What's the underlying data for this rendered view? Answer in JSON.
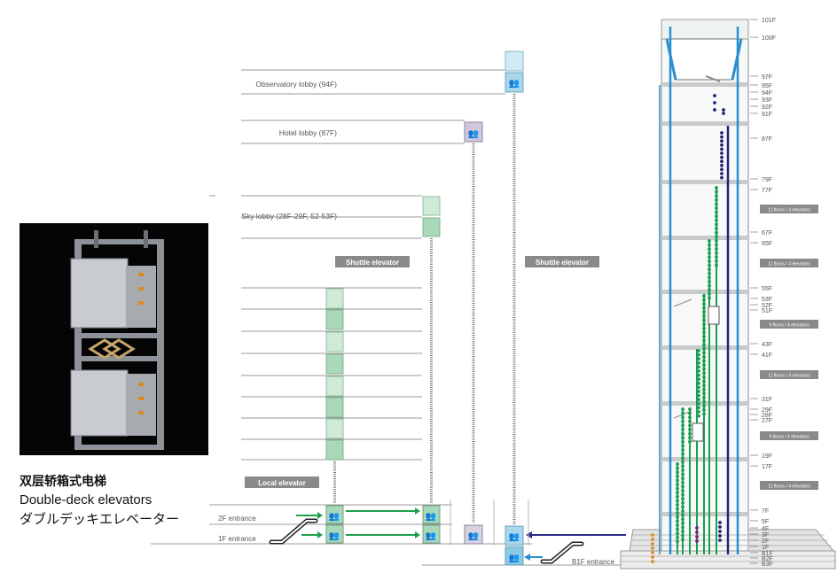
{
  "captions": {
    "zh": "双层轿箱式电梯",
    "en": "Double-deck elevators",
    "ja": "ダブルデッキエレベーター"
  },
  "lobbies": [
    {
      "label": "Observatory lobby (94F)"
    },
    {
      "label": "Hotel lobby (87F)"
    },
    {
      "label": "Sky lobby (28F-29F, 52-53F)"
    }
  ],
  "tags": {
    "shuttle_left": "Shuttle elevator",
    "shuttle_right": "Shuttle elevator",
    "local": "Local elevator"
  },
  "entrances": {
    "f2": "2F entrance",
    "f1": "1F entrance",
    "b1": "B1F entrance"
  },
  "floor_labels": [
    "101F",
    "100F",
    "97F",
    "95F",
    "94F",
    "93F",
    "92F",
    "91F",
    "87F",
    "79F",
    "77F",
    "67F",
    "65F",
    "55F",
    "53F",
    "52F",
    "51F",
    "43F",
    "41F",
    "31F",
    "29F",
    "28F",
    "27F",
    "19F",
    "17F",
    "7F",
    "5F",
    "4F",
    "3F",
    "2F",
    "1F",
    "B1F",
    "B2F",
    "B3F"
  ],
  "zone_notes": [
    "11 floors / 4 elevators",
    "11 floors / 4 elevators",
    "9 floors / 4 elevators",
    "11 floors / 4 elevators",
    "9 floors / 4 elevators",
    "11 floors / 4 elevators"
  ],
  "colors": {
    "local_green": "#1a9e4f",
    "shuttle_blue": "#2a8fd0",
    "navy": "#23237a",
    "purple": "#7a1f6e",
    "orange": "#e08a2a",
    "tag_grey": "#8a8a8a",
    "arrow_green": "#1fa04a"
  }
}
